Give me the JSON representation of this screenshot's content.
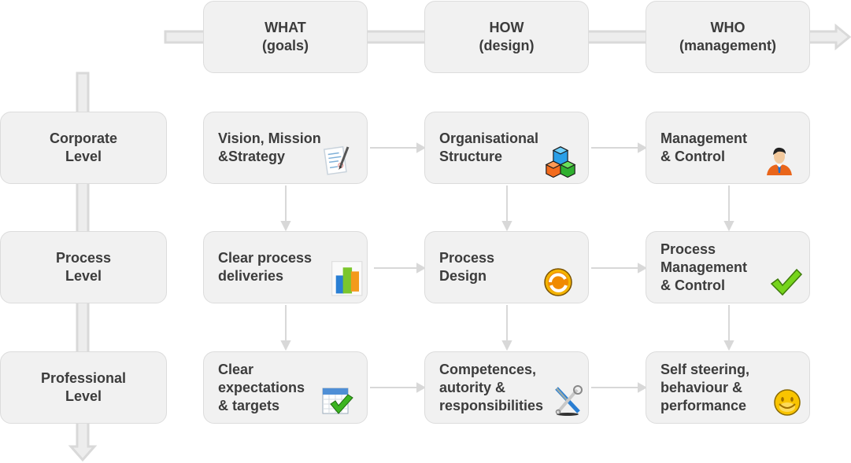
{
  "columns": [
    {
      "label": "WHAT\n(goals)"
    },
    {
      "label": "HOW\n(design)"
    },
    {
      "label": "WHO\n(management)"
    }
  ],
  "rows": [
    {
      "label": "Corporate\nLevel"
    },
    {
      "label": "Process\nLevel"
    },
    {
      "label": "Professional\nLevel"
    }
  ],
  "cells": [
    [
      {
        "text": "Vision, Mission\n&Strategy",
        "icon": "document-pen-icon"
      },
      {
        "text": "Organisational\nStructure",
        "icon": "cubes-icon"
      },
      {
        "text": "Management\n& Control",
        "icon": "manager-person-icon"
      }
    ],
    [
      {
        "text": "Clear process\ndeliveries",
        "icon": "bar-chart-icon"
      },
      {
        "text": "Process\nDesign",
        "icon": "refresh-cycle-icon"
      },
      {
        "text": "Process\nManagement\n& Control",
        "icon": "checkmark-icon"
      }
    ],
    [
      {
        "text": "Clear expectations\n& targets",
        "icon": "calendar-check-icon"
      },
      {
        "text": "Competences,\nautority &\nresponsibilities",
        "icon": "tools-icon"
      },
      {
        "text": "Self steering,\nbehaviour &\nperformance",
        "icon": "smiley-icon"
      }
    ]
  ],
  "colors": {
    "box_fill": "#f1f1f1",
    "box_border": "#dcdcdc",
    "text": "#3c3c3c",
    "connector": "#d8d8d8",
    "axis_arrow_fill": "#ededed",
    "axis_arrow_stroke": "#d9d9d9"
  }
}
